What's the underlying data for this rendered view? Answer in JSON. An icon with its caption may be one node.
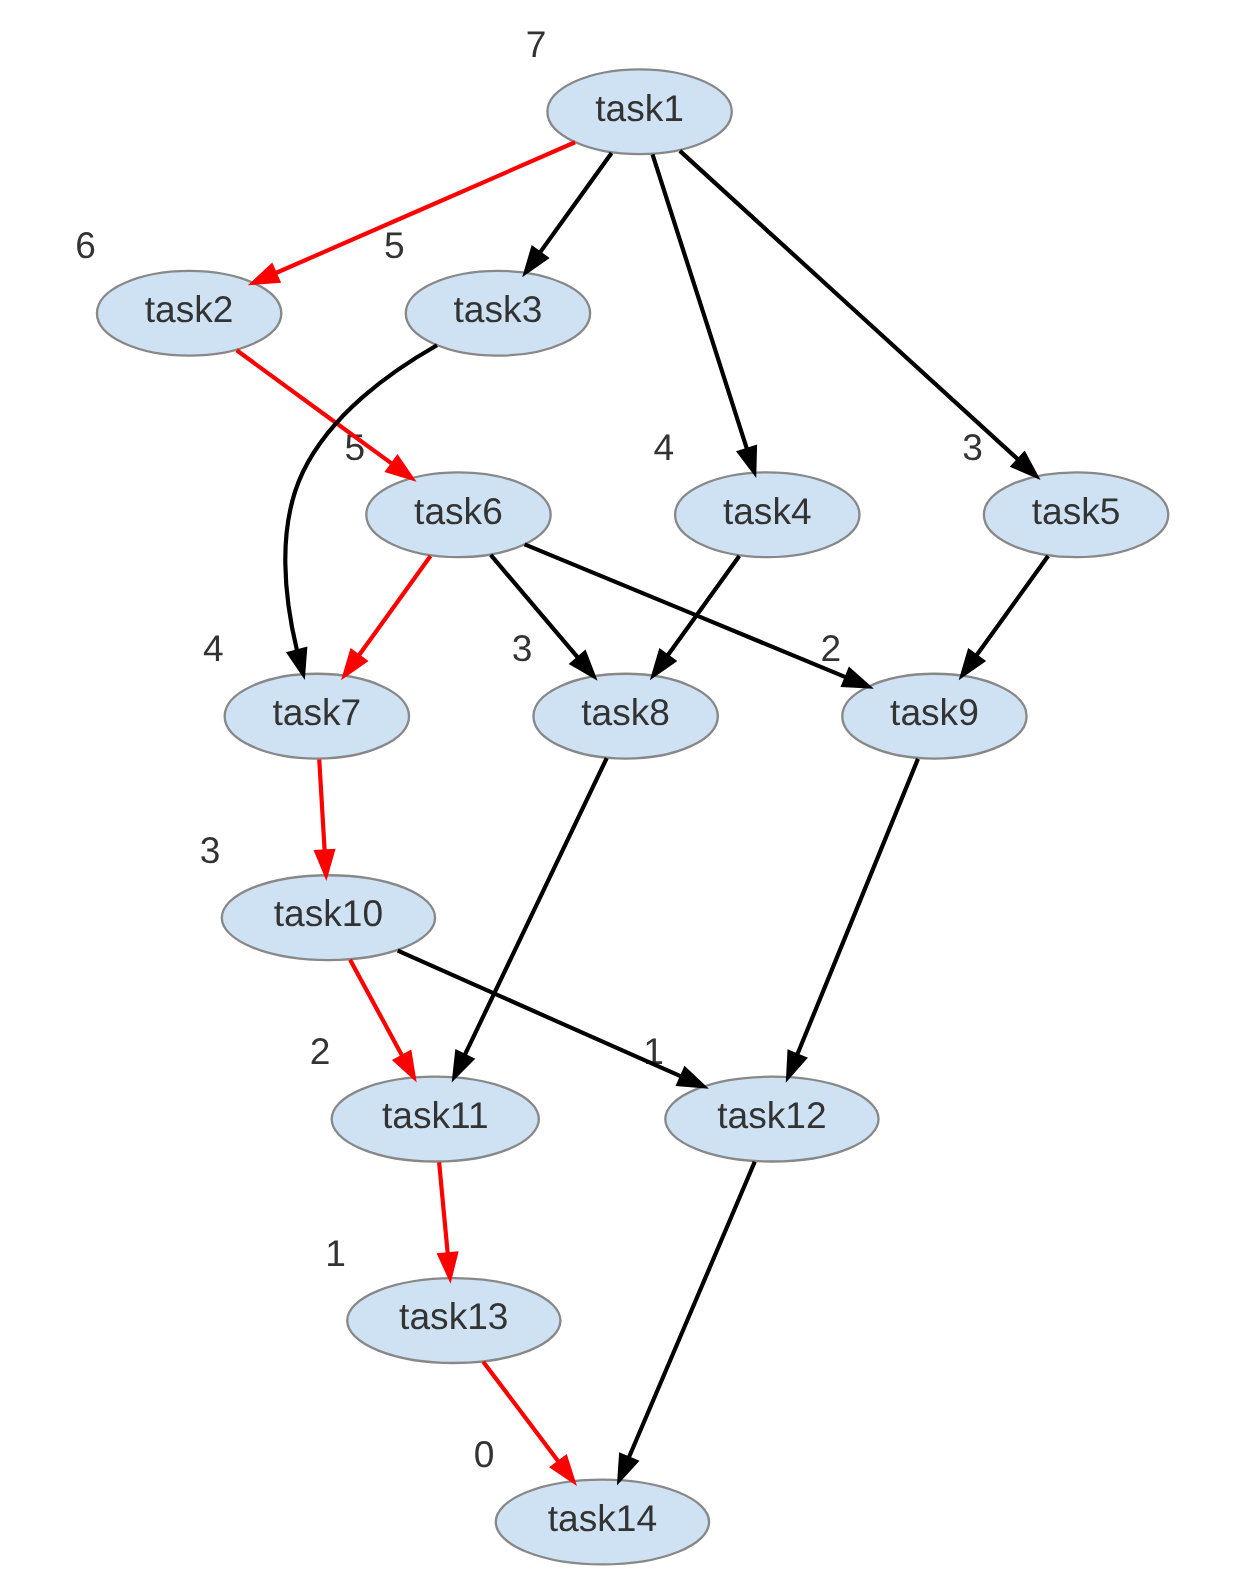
{
  "diagram": {
    "nodes": [
      {
        "text": [
          "task1"
        ],
        "beside": [
          "7"
        ]
      },
      {
        "text": [
          "task2"
        ],
        "beside": [
          "6"
        ]
      },
      {
        "text": [
          "task3"
        ],
        "beside": [
          "5"
        ]
      },
      {
        "text": [
          "task4"
        ],
        "beside": [
          "4"
        ]
      },
      {
        "text": [
          "task5"
        ],
        "beside": [
          "3"
        ]
      },
      {
        "text": [
          "task6"
        ],
        "beside": [
          "5"
        ]
      },
      {
        "text": [
          "task7"
        ],
        "beside": [
          "4"
        ]
      },
      {
        "text": [
          "task8"
        ],
        "beside": [
          "3"
        ]
      },
      {
        "text": [
          "task9"
        ],
        "beside": [
          "2"
        ]
      },
      {
        "text": [
          "task10"
        ],
        "beside": [
          "3"
        ]
      },
      {
        "text": [
          "task11"
        ],
        "beside": [
          "2"
        ]
      },
      {
        "text": [
          "task12"
        ],
        "beside": [
          "1"
        ]
      },
      {
        "text": [
          "task13"
        ],
        "beside": [
          "1"
        ]
      },
      {
        "text": [
          "task14"
        ],
        "beside": [
          "0"
        ]
      }
    ],
    "edges": [
      {
        "from": 0,
        "to": 1,
        "arrow": "to",
        "color": "#ff0000"
      },
      {
        "from": 0,
        "to": 2,
        "arrow": "to"
      },
      {
        "from": 0,
        "to": 3,
        "arrow": "to"
      },
      {
        "from": 0,
        "to": 4,
        "arrow": "to"
      },
      {
        "from": 1,
        "to": 5,
        "arrow": "to",
        "color": "#ff0000"
      },
      {
        "from": 2,
        "to": 6,
        "arrow": "to"
      },
      {
        "from": 3,
        "to": 7,
        "arrow": "to"
      },
      {
        "from": 4,
        "to": 8,
        "arrow": "to"
      },
      {
        "from": 5,
        "to": 6,
        "arrow": "to",
        "color": "#ff0000"
      },
      {
        "from": 5,
        "to": 7,
        "arrow": "to"
      },
      {
        "from": 5,
        "to": 8,
        "arrow": "to"
      },
      {
        "from": 6,
        "to": 9,
        "arrow": "to",
        "color": "#ff0000"
      },
      {
        "from": 7,
        "to": 10,
        "arrow": "to"
      },
      {
        "from": 8,
        "to": 11,
        "arrow": "to"
      },
      {
        "from": 9,
        "to": 10,
        "arrow": "to",
        "color": "#ff0000"
      },
      {
        "from": 9,
        "to": 11,
        "arrow": "to"
      },
      {
        "from": 10,
        "to": 12,
        "arrow": "to",
        "color": "#ff0000"
      },
      {
        "from": 11,
        "to": 13,
        "arrow": "to"
      },
      {
        "from": 12,
        "to": 13,
        "arrow": "to",
        "color": "#ff0000"
      }
    ]
  }
}
